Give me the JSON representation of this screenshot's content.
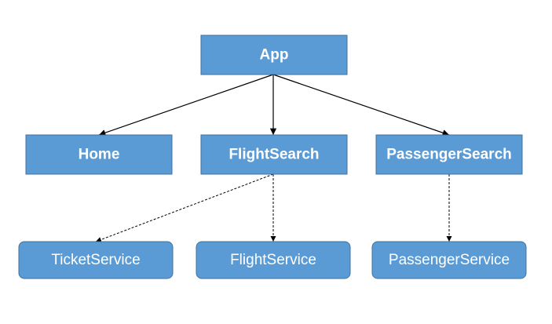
{
  "colors": {
    "box_fill": "#5b9bd5",
    "box_stroke": "#41719c",
    "text": "#ffffff",
    "edge": "#000000"
  },
  "nodes": {
    "app": {
      "label": "App"
    },
    "home": {
      "label": "Home"
    },
    "flight_search": {
      "label": "FlightSearch"
    },
    "passenger_search": {
      "label": "PassengerSearch"
    },
    "ticket_service": {
      "label": "TicketService"
    },
    "flight_service": {
      "label": "FlightService"
    },
    "passenger_service": {
      "label": "PassengerService"
    }
  },
  "edges": [
    {
      "from": "app",
      "to": "home",
      "style": "solid"
    },
    {
      "from": "app",
      "to": "flight_search",
      "style": "solid"
    },
    {
      "from": "app",
      "to": "passenger_search",
      "style": "solid"
    },
    {
      "from": "flight_search",
      "to": "ticket_service",
      "style": "dashed"
    },
    {
      "from": "flight_search",
      "to": "flight_service",
      "style": "dashed"
    },
    {
      "from": "passenger_search",
      "to": "passenger_service",
      "style": "dashed"
    }
  ]
}
